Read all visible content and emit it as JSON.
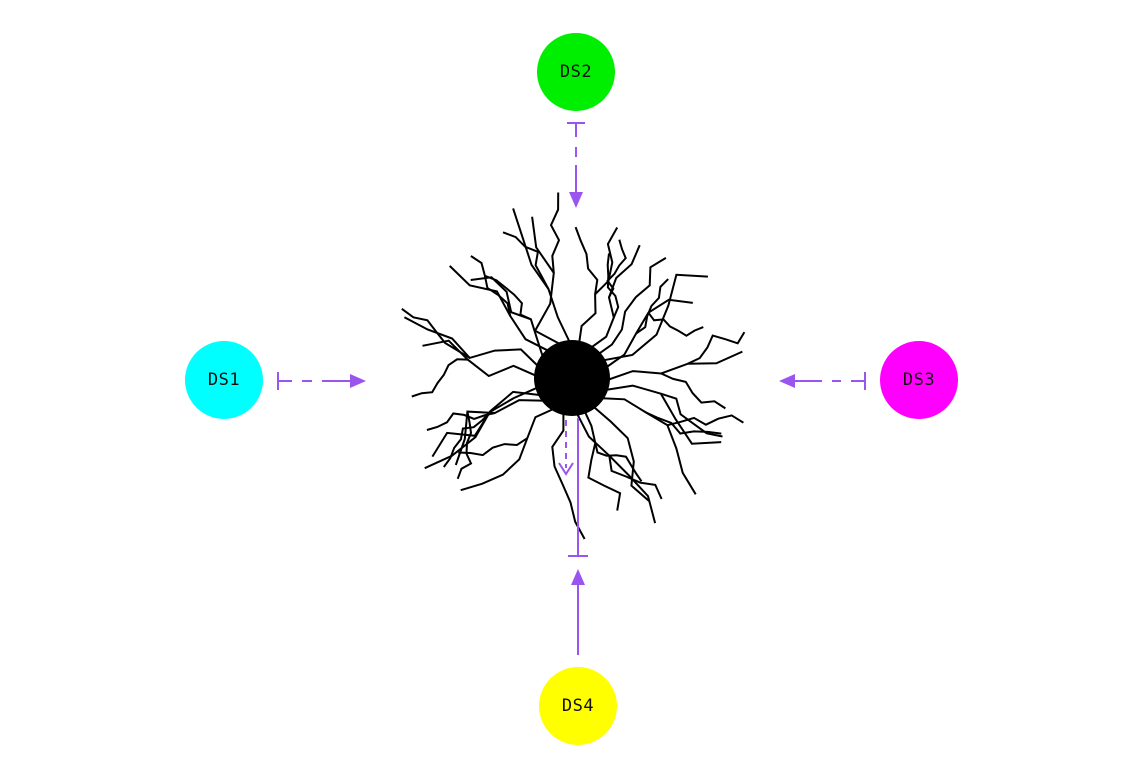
{
  "nodes": [
    {
      "id": "ds1",
      "label": "DS1",
      "color": "#00FFFF"
    },
    {
      "id": "ds2",
      "label": "DS2",
      "color": "#00EE00"
    },
    {
      "id": "ds3",
      "label": "DS3",
      "color": "#FF00FF"
    },
    {
      "id": "ds4",
      "label": "DS4",
      "color": "#FFFF00"
    }
  ],
  "hub": {
    "color": "#000000"
  },
  "arrows": {
    "color": "#9955EE"
  }
}
